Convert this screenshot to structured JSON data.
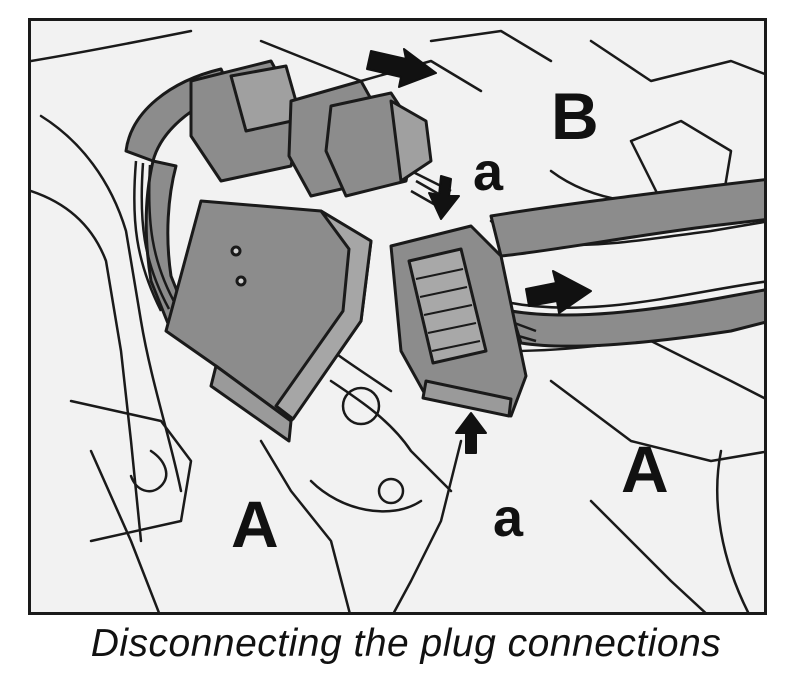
{
  "diagram": {
    "callouts": {
      "connector_left": "A",
      "connector_right": "A",
      "harness": "B",
      "release_tab_top": "a",
      "release_tab_bottom": "a"
    },
    "colors": {
      "background": "#f2f2f2",
      "line": "#1a1a1a",
      "connector_fill": "#8c8c8c",
      "arrow_fill": "#111111"
    }
  },
  "caption": "Disconnecting the plug connections"
}
